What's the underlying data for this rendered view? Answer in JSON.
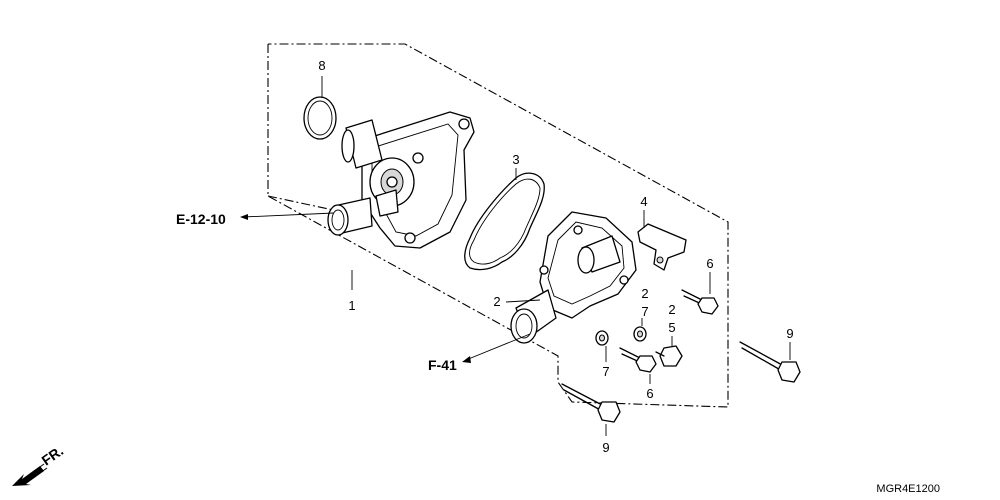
{
  "callouts": {
    "c1": "1",
    "c2a": "2",
    "c2b": "2",
    "c2c": "2",
    "c3": "3",
    "c4": "4",
    "c5": "5",
    "c6a": "6",
    "c6b": "6",
    "c7a": "7",
    "c7b": "7",
    "c8": "8",
    "c9a": "9",
    "c9b": "9"
  },
  "references": {
    "e12": "E-12-10",
    "f41": "F-41"
  },
  "front_marker": "FR.",
  "diagram_code": "MGR4E1200",
  "icons": {
    "front": "front-arrow-icon"
  },
  "colors": {
    "ink": "#000000",
    "paper": "#ffffff"
  }
}
